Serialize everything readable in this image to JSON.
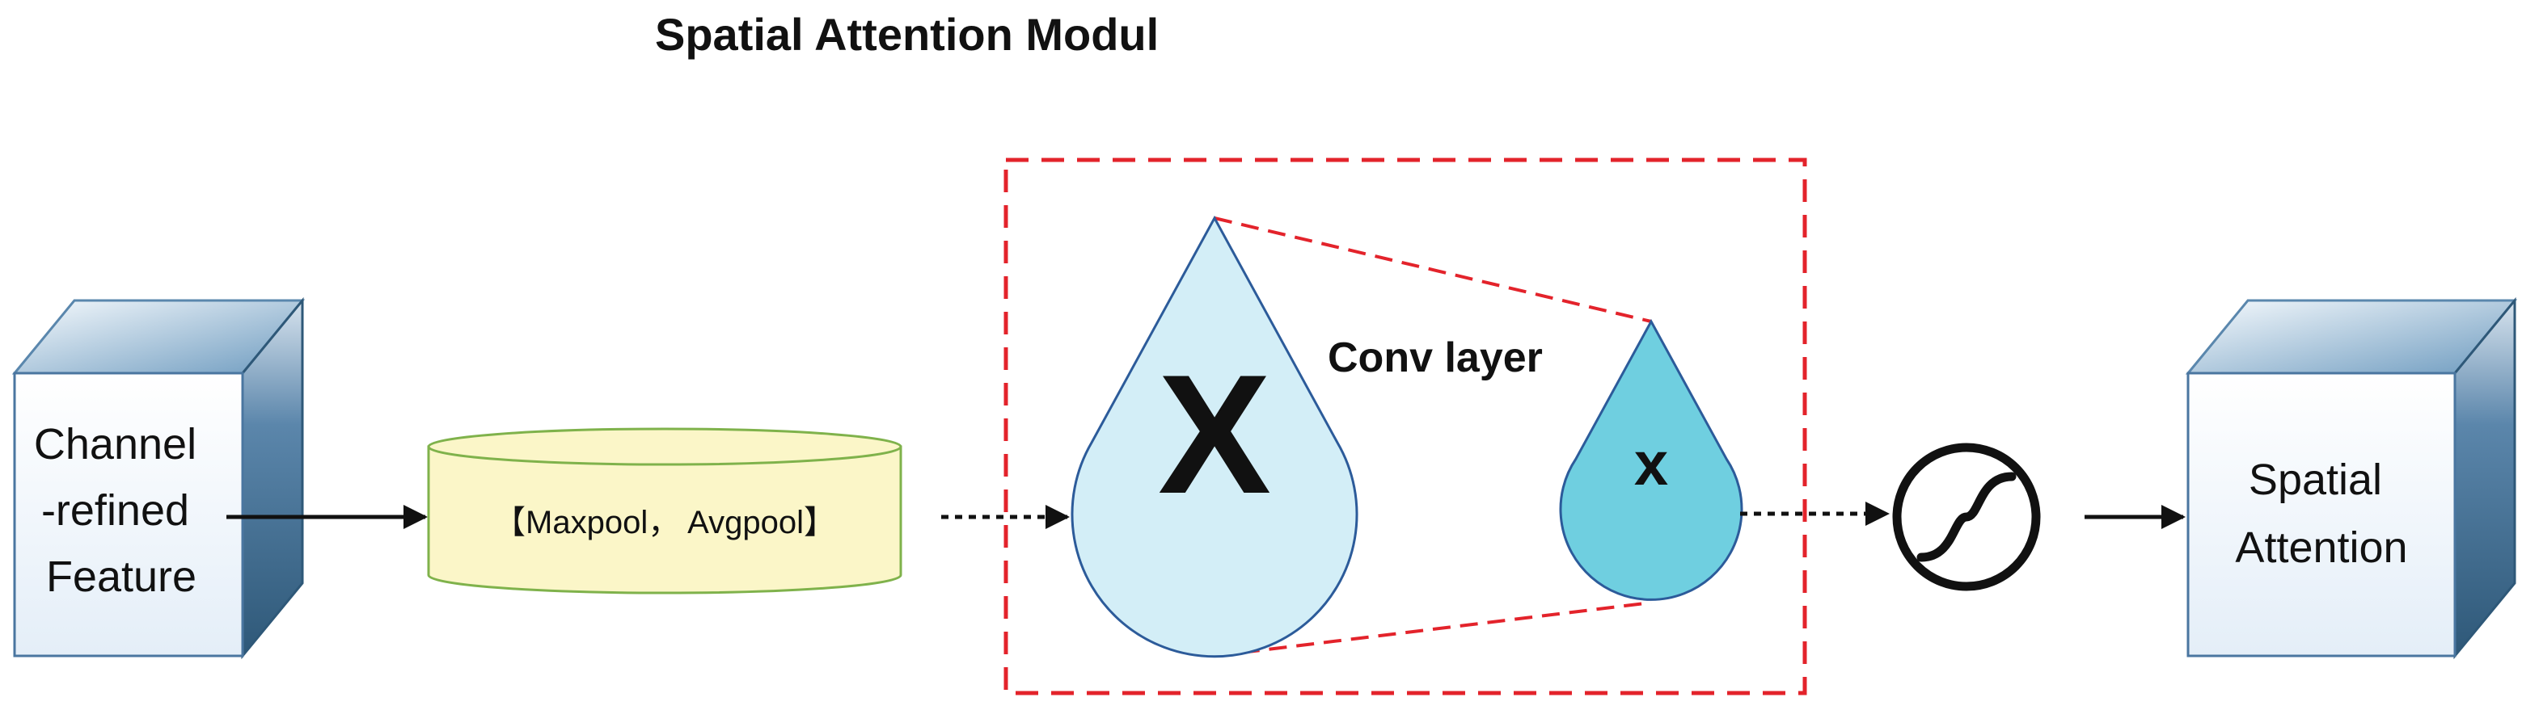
{
  "title": "Spatial Attention Modul",
  "input_block": {
    "lines": [
      "Channel",
      "-refined",
      "Feature"
    ]
  },
  "pooling": {
    "label": "【Maxpool， Avgpool】"
  },
  "conv": {
    "label": "Conv layer",
    "large_kernel_symbol": "X",
    "small_kernel_symbol": "x",
    "highlight_color": "#e3232b"
  },
  "activation": {
    "icon": "sigmoid-icon"
  },
  "output_block": {
    "lines": [
      "Spatial",
      "Attention"
    ]
  },
  "colors": {
    "cube_face": "#eef5fb",
    "cube_shadow": "#2e5878",
    "cylinder_fill": "#fbf6c8",
    "cylinder_stroke": "#7fb24b",
    "drop_large_fill": "#d3eef7",
    "drop_small_fill": "#6fcfe0",
    "drop_stroke": "#2c5b9a",
    "arrow": "#111111"
  }
}
